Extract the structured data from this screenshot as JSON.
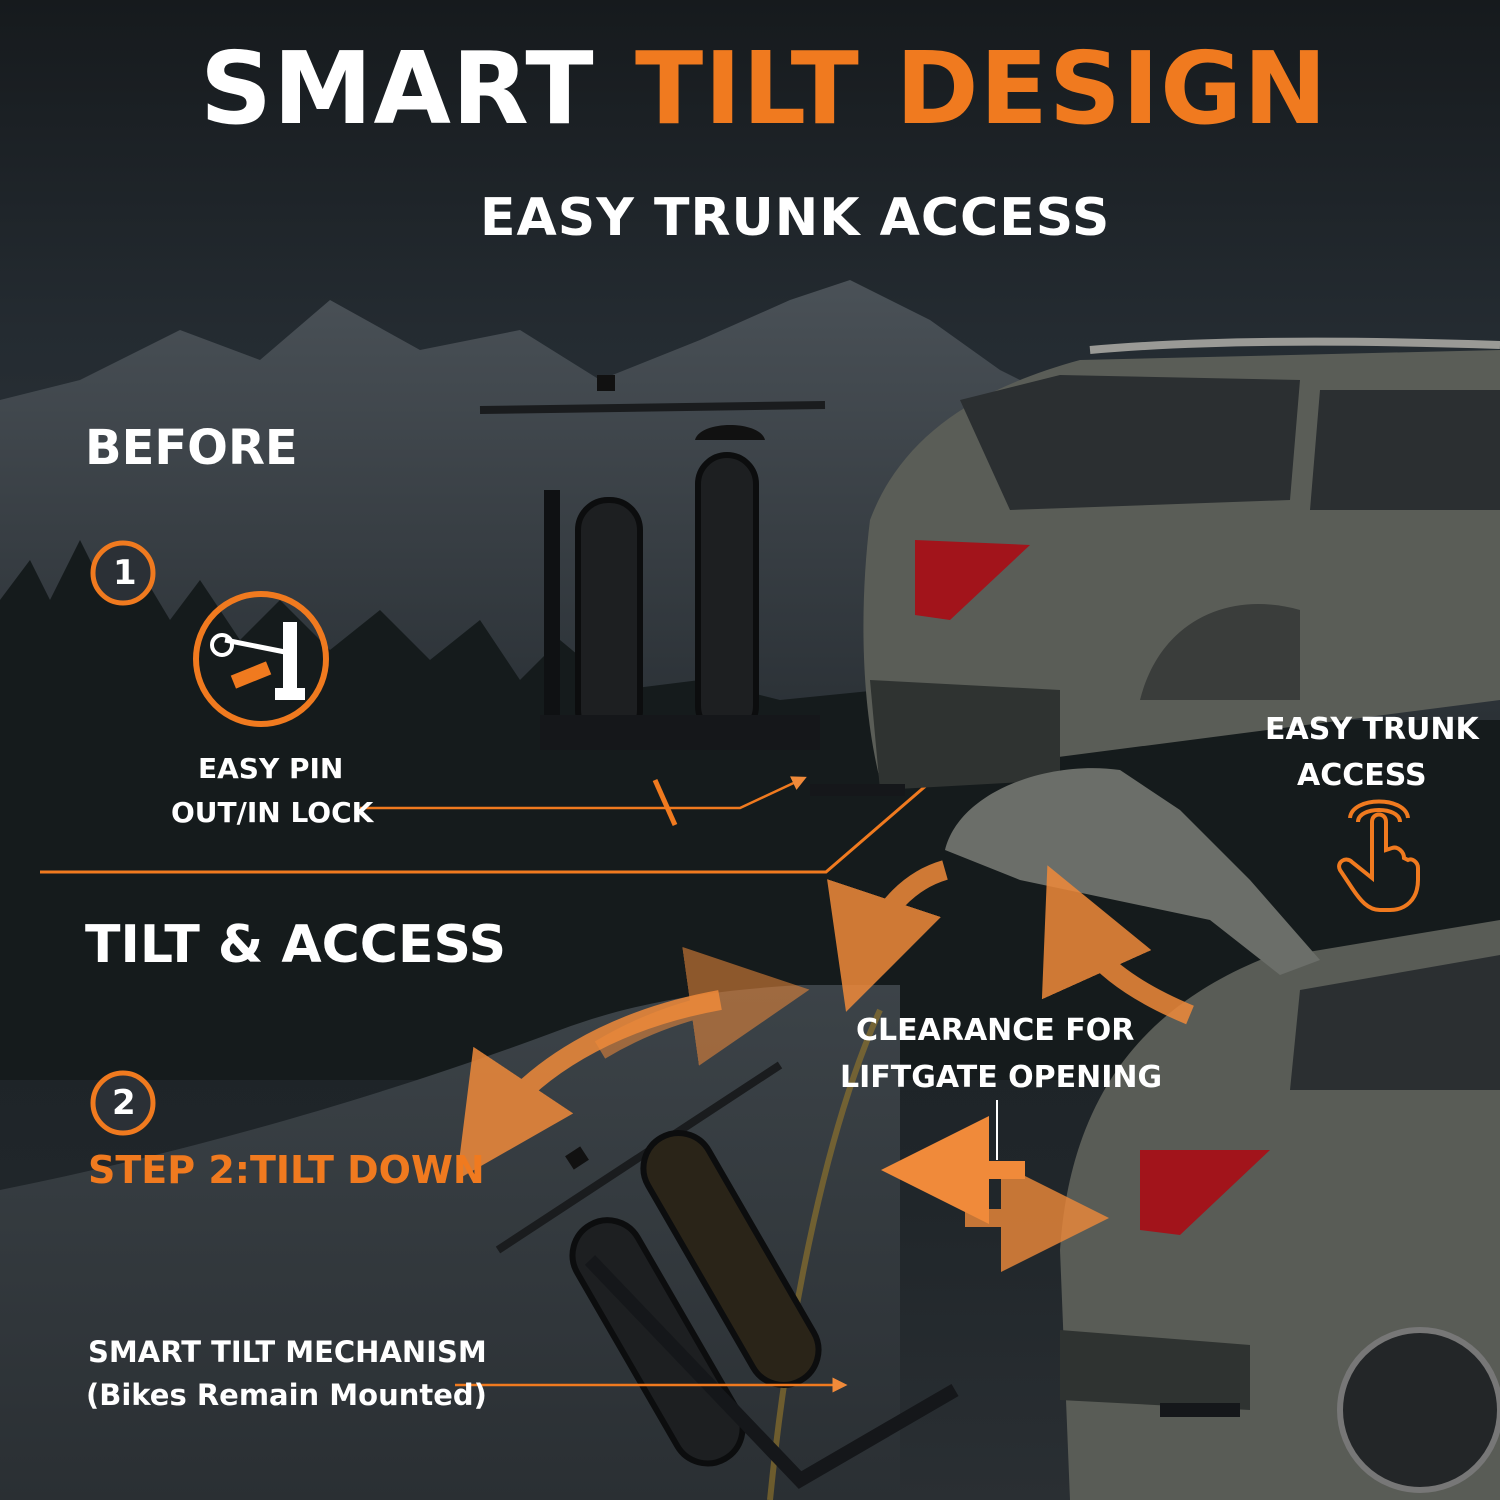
{
  "header": {
    "title_white": "SMART",
    "title_orange": "TILT DESIGN",
    "subtitle": "EASY TRUNK ACCESS"
  },
  "before_section": {
    "heading": "BEFORE",
    "step_number": "1",
    "pin_caption_line1": "EASY PIN",
    "pin_caption_line2": "OUT/IN LOCK",
    "trunk_caption_line1": "EASY TRUNK",
    "trunk_caption_line2": "ACCESS"
  },
  "tilt_section": {
    "heading": "TILT & ACCESS",
    "step_number": "2",
    "step_label": "STEP 2:TILT DOWN",
    "clearance_line1": "CLEARANCE FOR",
    "clearance_line2": "LIFTGATE OPENING",
    "mechanism_line1": "SMART TILT MECHANISM",
    "mechanism_line2": "(Bikes Remain Mounted)"
  },
  "colors": {
    "accent": "#f07a1f",
    "text": "#ffffff",
    "background": "#1f2529",
    "vehicle": "#5a5d57"
  },
  "icons": [
    "pin-lock-icon",
    "tap-hand-icon",
    "step-badge"
  ]
}
